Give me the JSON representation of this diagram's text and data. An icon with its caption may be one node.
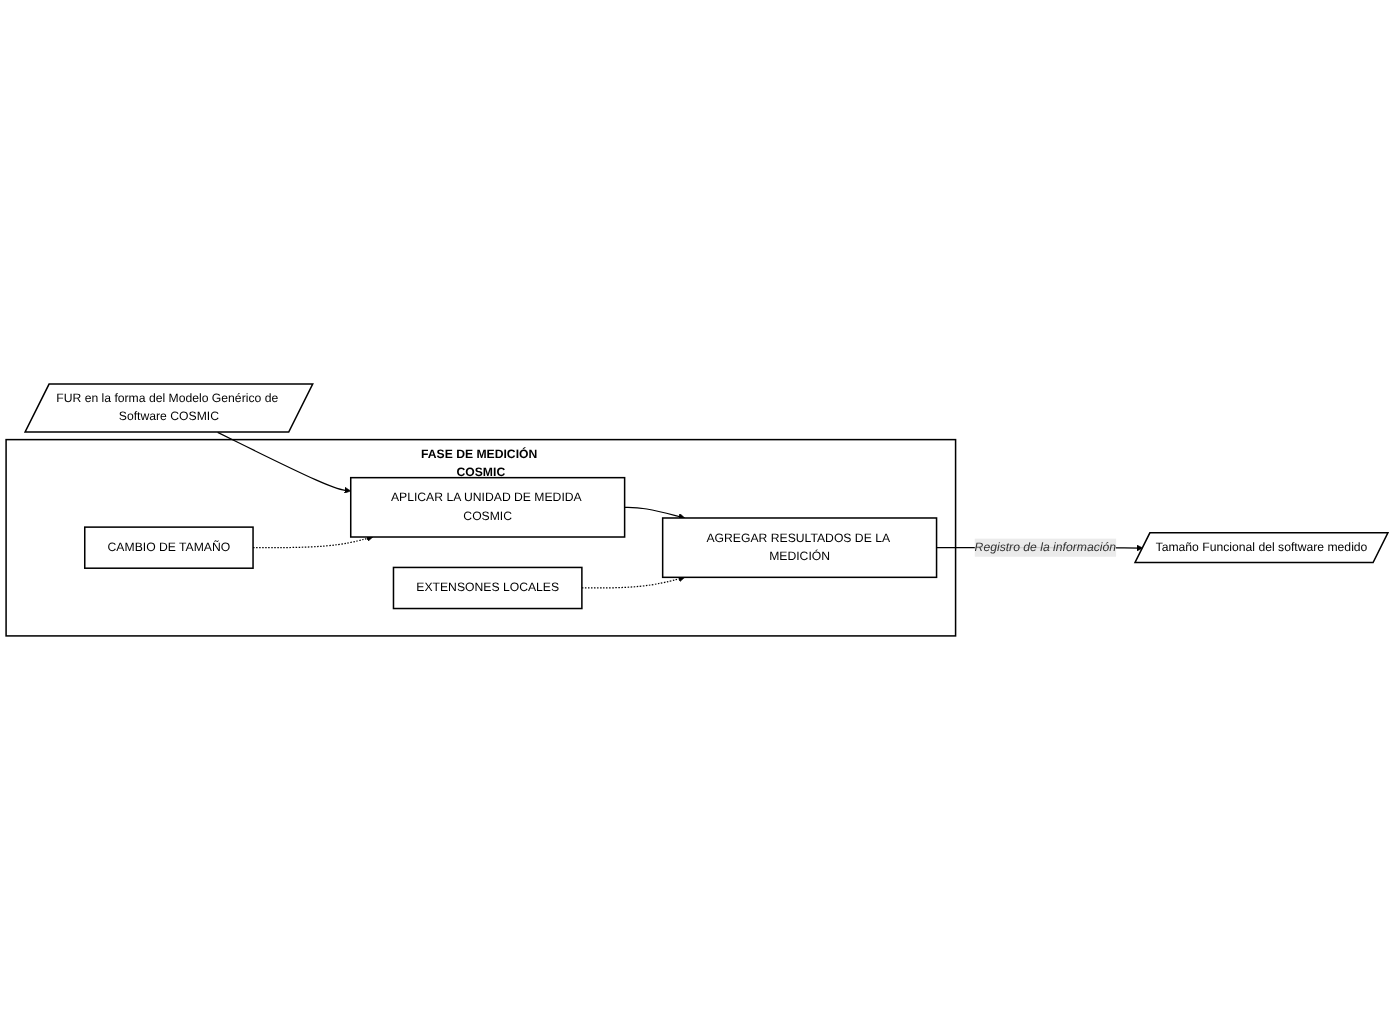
{
  "diagram": {
    "nodes": [
      {
        "text": [
          "FASE DE MEDICIÓN COSMIC"
        ]
      },
      {
        "text": [
          "FUR en la forma del Modelo Genérico de Software COSMIC"
        ]
      },
      {
        "text": [
          "APLICAR LA UNIDAD DE MEDIDA COSMIC"
        ],
        "in": 0
      },
      {
        "text": [
          "CAMBIO DE TAMAÑO"
        ],
        "in": 0
      },
      {
        "text": [
          "EXTENSONES LOCALES"
        ],
        "in": 0
      },
      {
        "text": [
          "AGREGAR RESULTADOS DE LA MEDICIÓN"
        ],
        "in": 0
      },
      {
        "text": [
          "Tamaño Funcional del software medido"
        ]
      }
    ],
    "edges": [
      {
        "from": 1,
        "to": 2,
        "arrow": "to"
      },
      {
        "from": 3,
        "to": 2,
        "arrow": "to",
        "style": "dashed"
      },
      {
        "from": 2,
        "to": 5,
        "arrow": "to"
      },
      {
        "from": 4,
        "to": 5,
        "arrow": "to",
        "style": "dashed"
      },
      {
        "from": 5,
        "to": 6,
        "arrow": "to",
        "label": "Registro de la información"
      }
    ]
  }
}
